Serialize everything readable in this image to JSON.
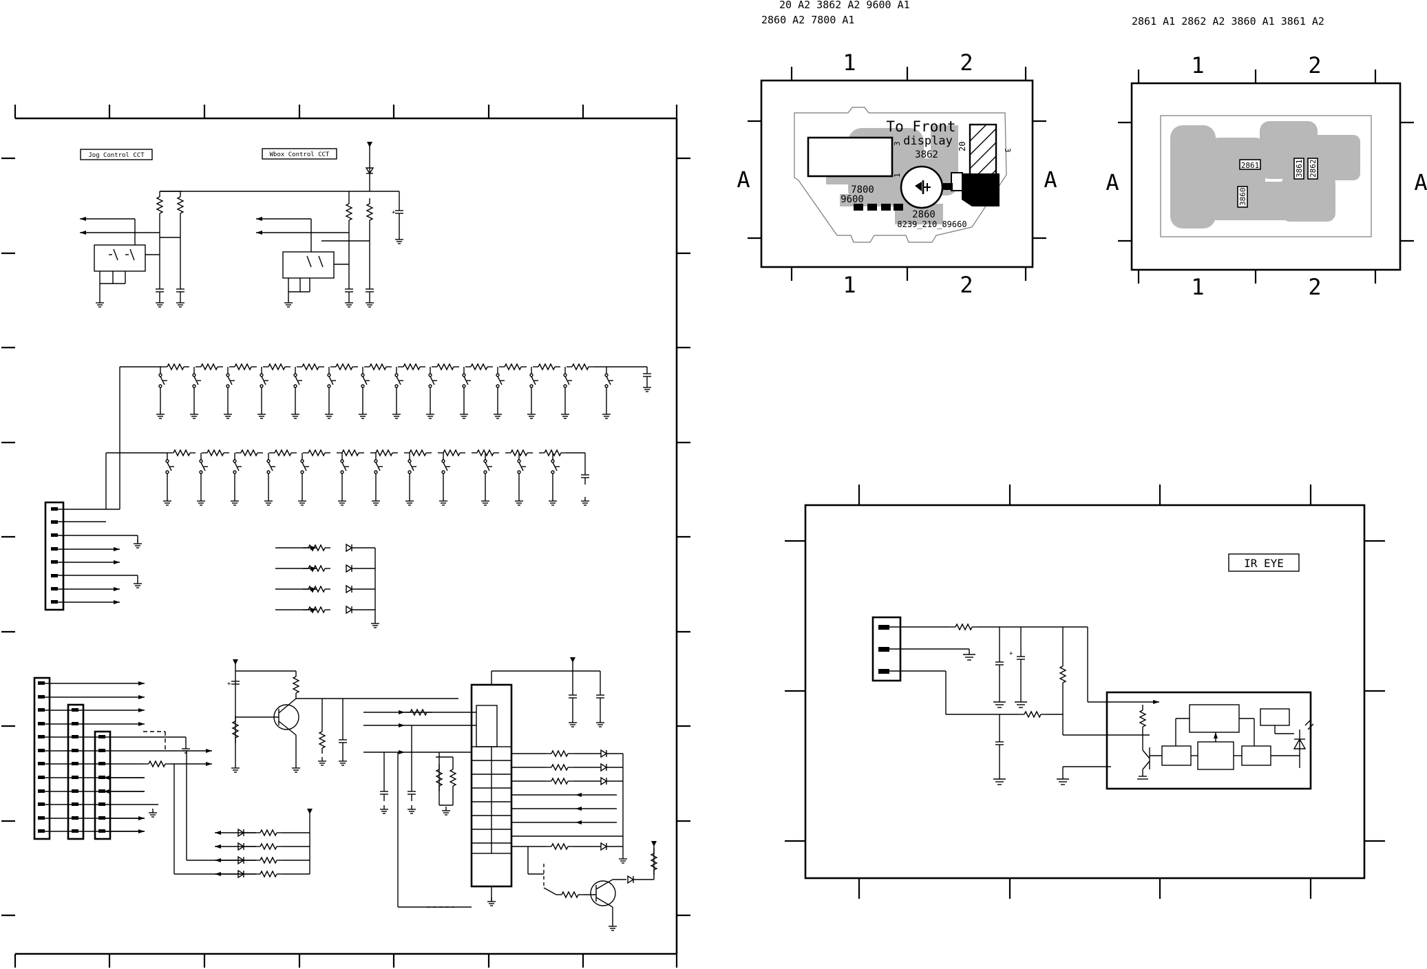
{
  "header": {
    "left_ref_line1": "20 A2  3862 A2  9600 A1",
    "left_ref_line2": "2860 A2  7800 A1",
    "right_ref_line1": "2861 A1  2862 A2  3860 A1  3861 A2"
  },
  "schematic": {
    "jog_label": "Jog Control CCT",
    "wbox_label": "Wbox Control CCT"
  },
  "pcb_left": {
    "col1": "1",
    "col2": "2",
    "row": "A",
    "to_front": "To Front",
    "display": "display",
    "ref_3862": "3862",
    "ref_7800": "7800",
    "ref_9600": "9600",
    "ref_2860": "2860",
    "ref_20": "20",
    "pin_3a": "3",
    "pin_3b": "3",
    "pin_1": "1",
    "board_id": "8239_210_89660"
  },
  "pcb_right": {
    "col1": "1",
    "col2": "2",
    "row": "A",
    "ref_2861": "2861",
    "ref_3860": "3860",
    "ref_3861": "3861",
    "ref_2862": "2862"
  },
  "ir_panel": {
    "title": "IR EYE"
  }
}
